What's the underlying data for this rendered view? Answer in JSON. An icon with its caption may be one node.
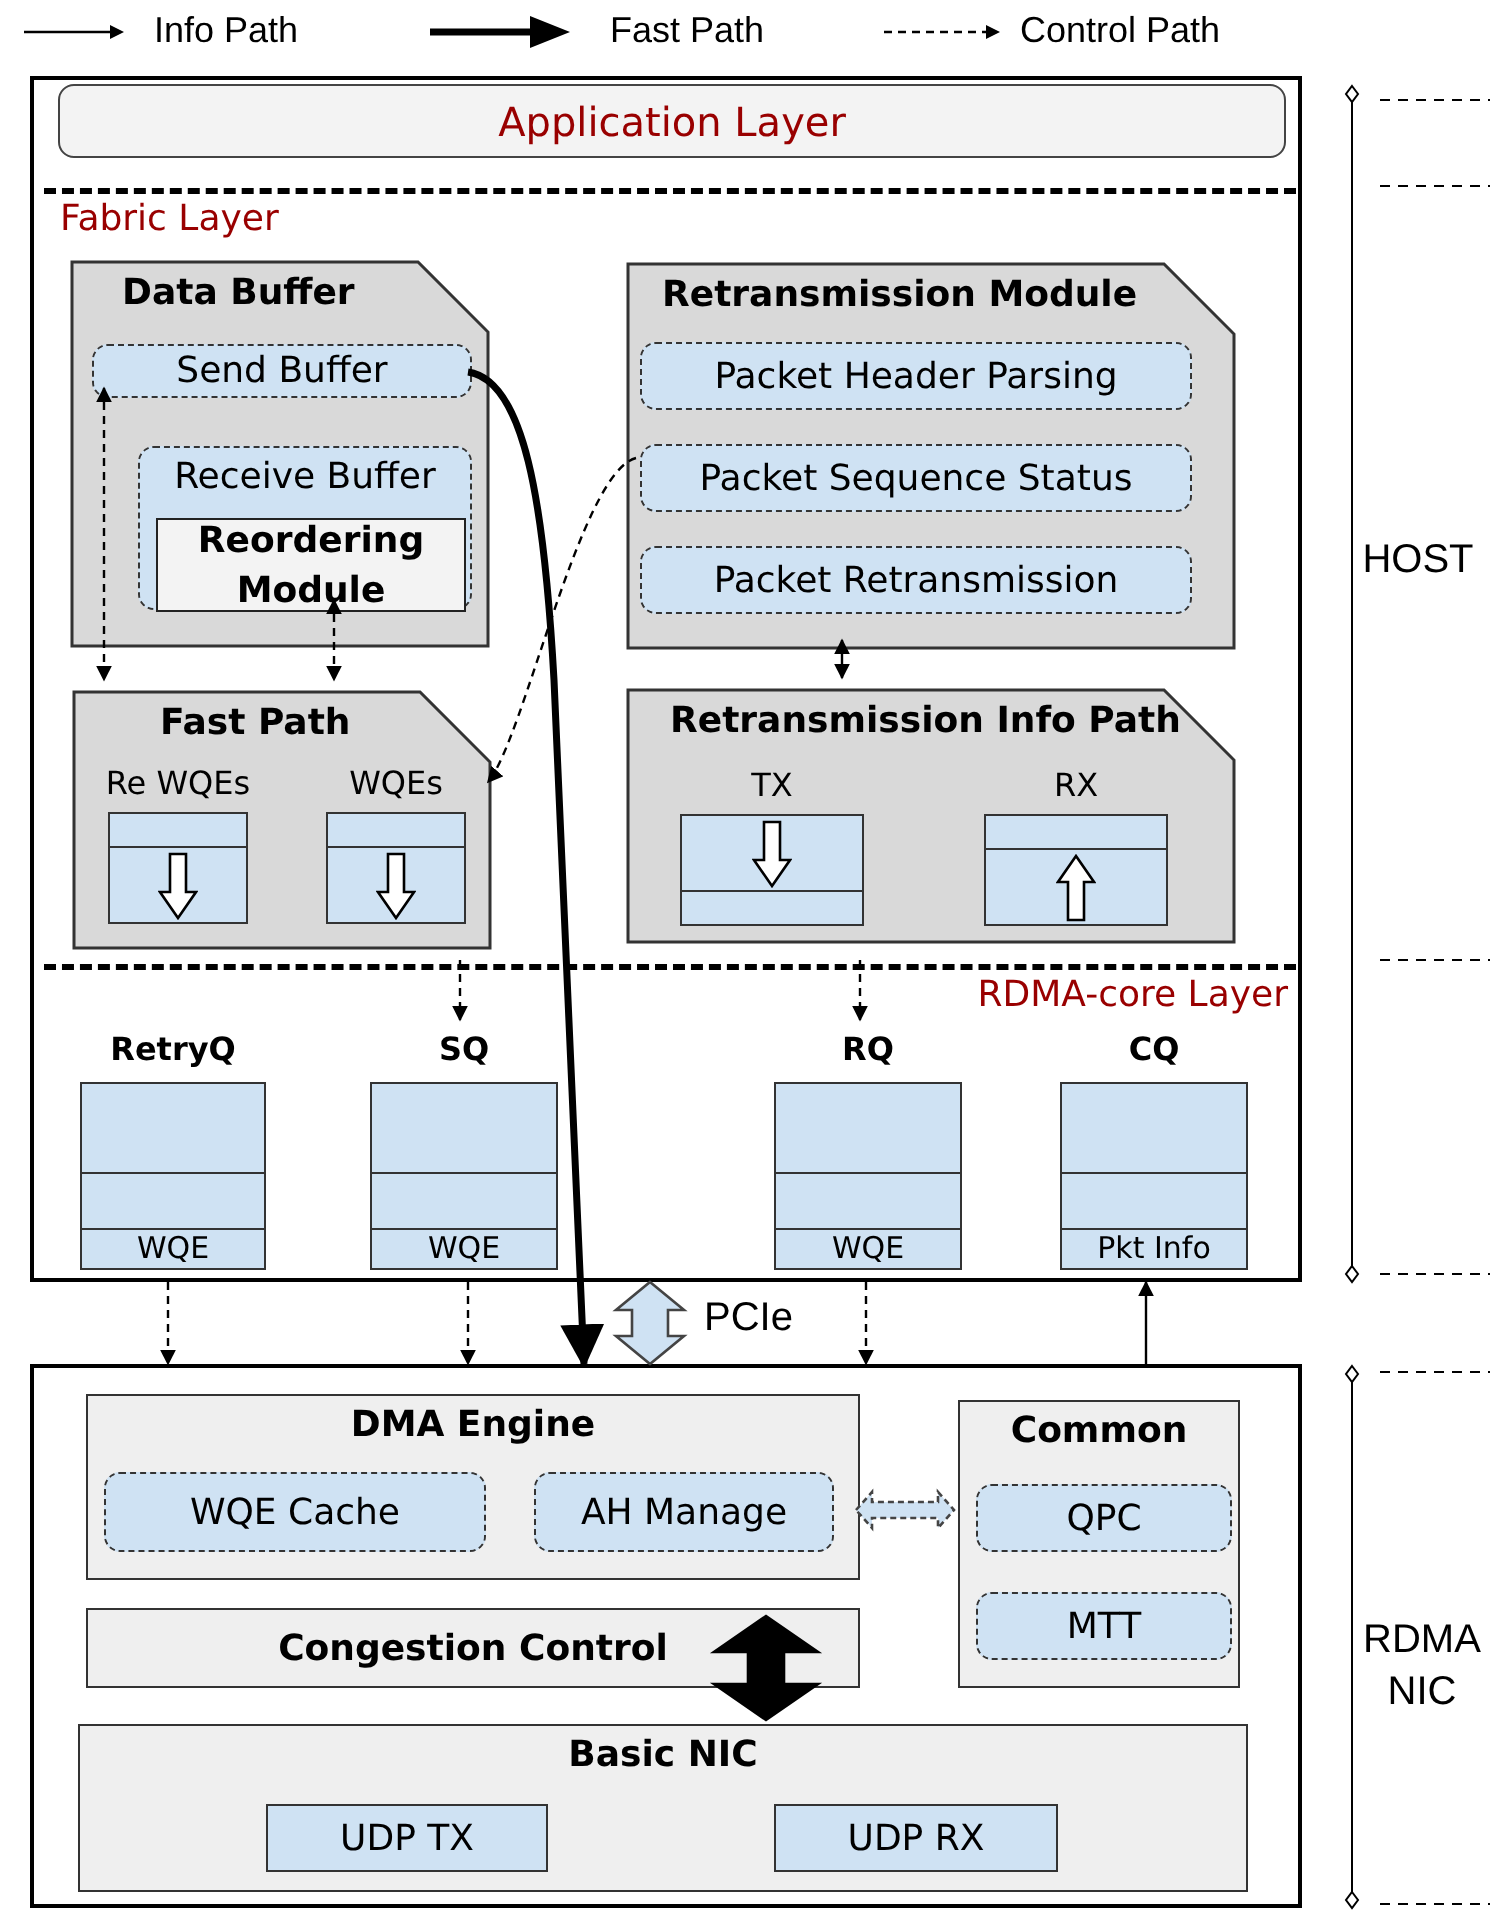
{
  "diagram": {
    "nodes": [
      {
        "text": [],
        "shape": "box",
        "beside": [
          "HOST"
        ]
      },
      {
        "text": [
          "Application Layer"
        ],
        "in": 0
      },
      {
        "text": [
          "Fabric Layer"
        ],
        "in": 0
      },
      {
        "text": [
          "Data Buffer"
        ],
        "in": 2
      },
      {
        "text": [
          "Send Buffer"
        ],
        "in": 3
      },
      {
        "text": [
          "Receive Buffer"
        ],
        "in": 3
      },
      {
        "text": [
          "Reordering Module"
        ],
        "in": 5
      },
      {
        "text": [
          "Fast Path"
        ],
        "in": 2
      },
      {
        "text": [
          "Re WQEs"
        ],
        "in": 7
      },
      {
        "text": [
          "WQEs"
        ],
        "in": 7
      },
      {
        "text": [
          "Retransmission Module"
        ],
        "in": 2
      },
      {
        "text": [
          "Packet Header Parsing"
        ],
        "in": 10
      },
      {
        "text": [
          "Packet Sequence Status"
        ],
        "in": 10
      },
      {
        "text": [
          "Packet Retransmission"
        ],
        "in": 10
      },
      {
        "text": [
          "Retransmission Info Path"
        ],
        "in": 2
      },
      {
        "text": [
          "TX"
        ],
        "in": 14
      },
      {
        "text": [
          "RX"
        ],
        "in": 14
      },
      {
        "text": [
          "RDMA-core Layer"
        ],
        "in": 0
      },
      {
        "text": [
          "RetryQ",
          "WQE"
        ],
        "in": 17
      },
      {
        "text": [
          "SQ",
          "WQE"
        ],
        "in": 17
      },
      {
        "text": [
          "RQ",
          "WQE"
        ],
        "in": 17
      },
      {
        "text": [
          "CQ",
          "Pkt Info"
        ],
        "in": 17
      },
      {
        "text": [],
        "shape": "box",
        "beside": [
          "RDMA NIC"
        ]
      },
      {
        "text": [
          "DMA Engine"
        ],
        "in": 22
      },
      {
        "text": [
          "WQE Cache"
        ],
        "in": 23
      },
      {
        "text": [
          "AH Manage"
        ],
        "in": 23
      },
      {
        "text": [
          "Common"
        ],
        "in": 22
      },
      {
        "text": [
          "QPC"
        ],
        "in": 26
      },
      {
        "text": [
          "MTT"
        ],
        "in": 26
      },
      {
        "text": [
          "Congestion Control"
        ],
        "in": 22
      },
      {
        "text": [
          "Basic NIC"
        ],
        "in": 22
      },
      {
        "text": [
          "UDP TX"
        ],
        "in": 30
      },
      {
        "text": [
          "UDP RX"
        ],
        "in": 30
      }
    ],
    "edges": [
      {
        "from": 4,
        "to": 22,
        "arrow": "to",
        "style": "thick"
      },
      {
        "from": 4,
        "to": 7,
        "arrow": "both",
        "style": "dashed"
      },
      {
        "from": 5,
        "to": 7,
        "arrow": "both",
        "style": "dashed"
      },
      {
        "from": 12,
        "to": 7,
        "arrow": "to",
        "style": "dashed"
      },
      {
        "from": 10,
        "to": 14,
        "arrow": "both"
      },
      {
        "from": 2,
        "to": 19,
        "arrow": "to",
        "style": "dashed"
      },
      {
        "from": 2,
        "to": 20,
        "arrow": "to",
        "style": "dashed"
      },
      {
        "from": 0,
        "to": 22,
        "arrow": "to",
        "style": "dashed"
      },
      {
        "from": 0,
        "to": 22,
        "arrow": "to",
        "style": "dashed"
      },
      {
        "from": 0,
        "to": 22,
        "arrow": "to",
        "style": "dashed"
      },
      {
        "from": 22,
        "to": 0,
        "arrow": "to"
      },
      {
        "from": 0,
        "to": 22,
        "arrow": "both",
        "style": "thick",
        "color": "#cfe2f3",
        "label": "PCIe"
      },
      {
        "from": 23,
        "to": 26,
        "arrow": "both",
        "style": "dashed",
        "color": "#cfe2f3"
      },
      {
        "from": 29,
        "to": 30,
        "arrow": "both",
        "style": "thick"
      }
    ],
    "legend": [
      {
        "text": "Info Path"
      },
      {
        "text": "Fast Path"
      },
      {
        "text": "Control Path"
      }
    ]
  }
}
